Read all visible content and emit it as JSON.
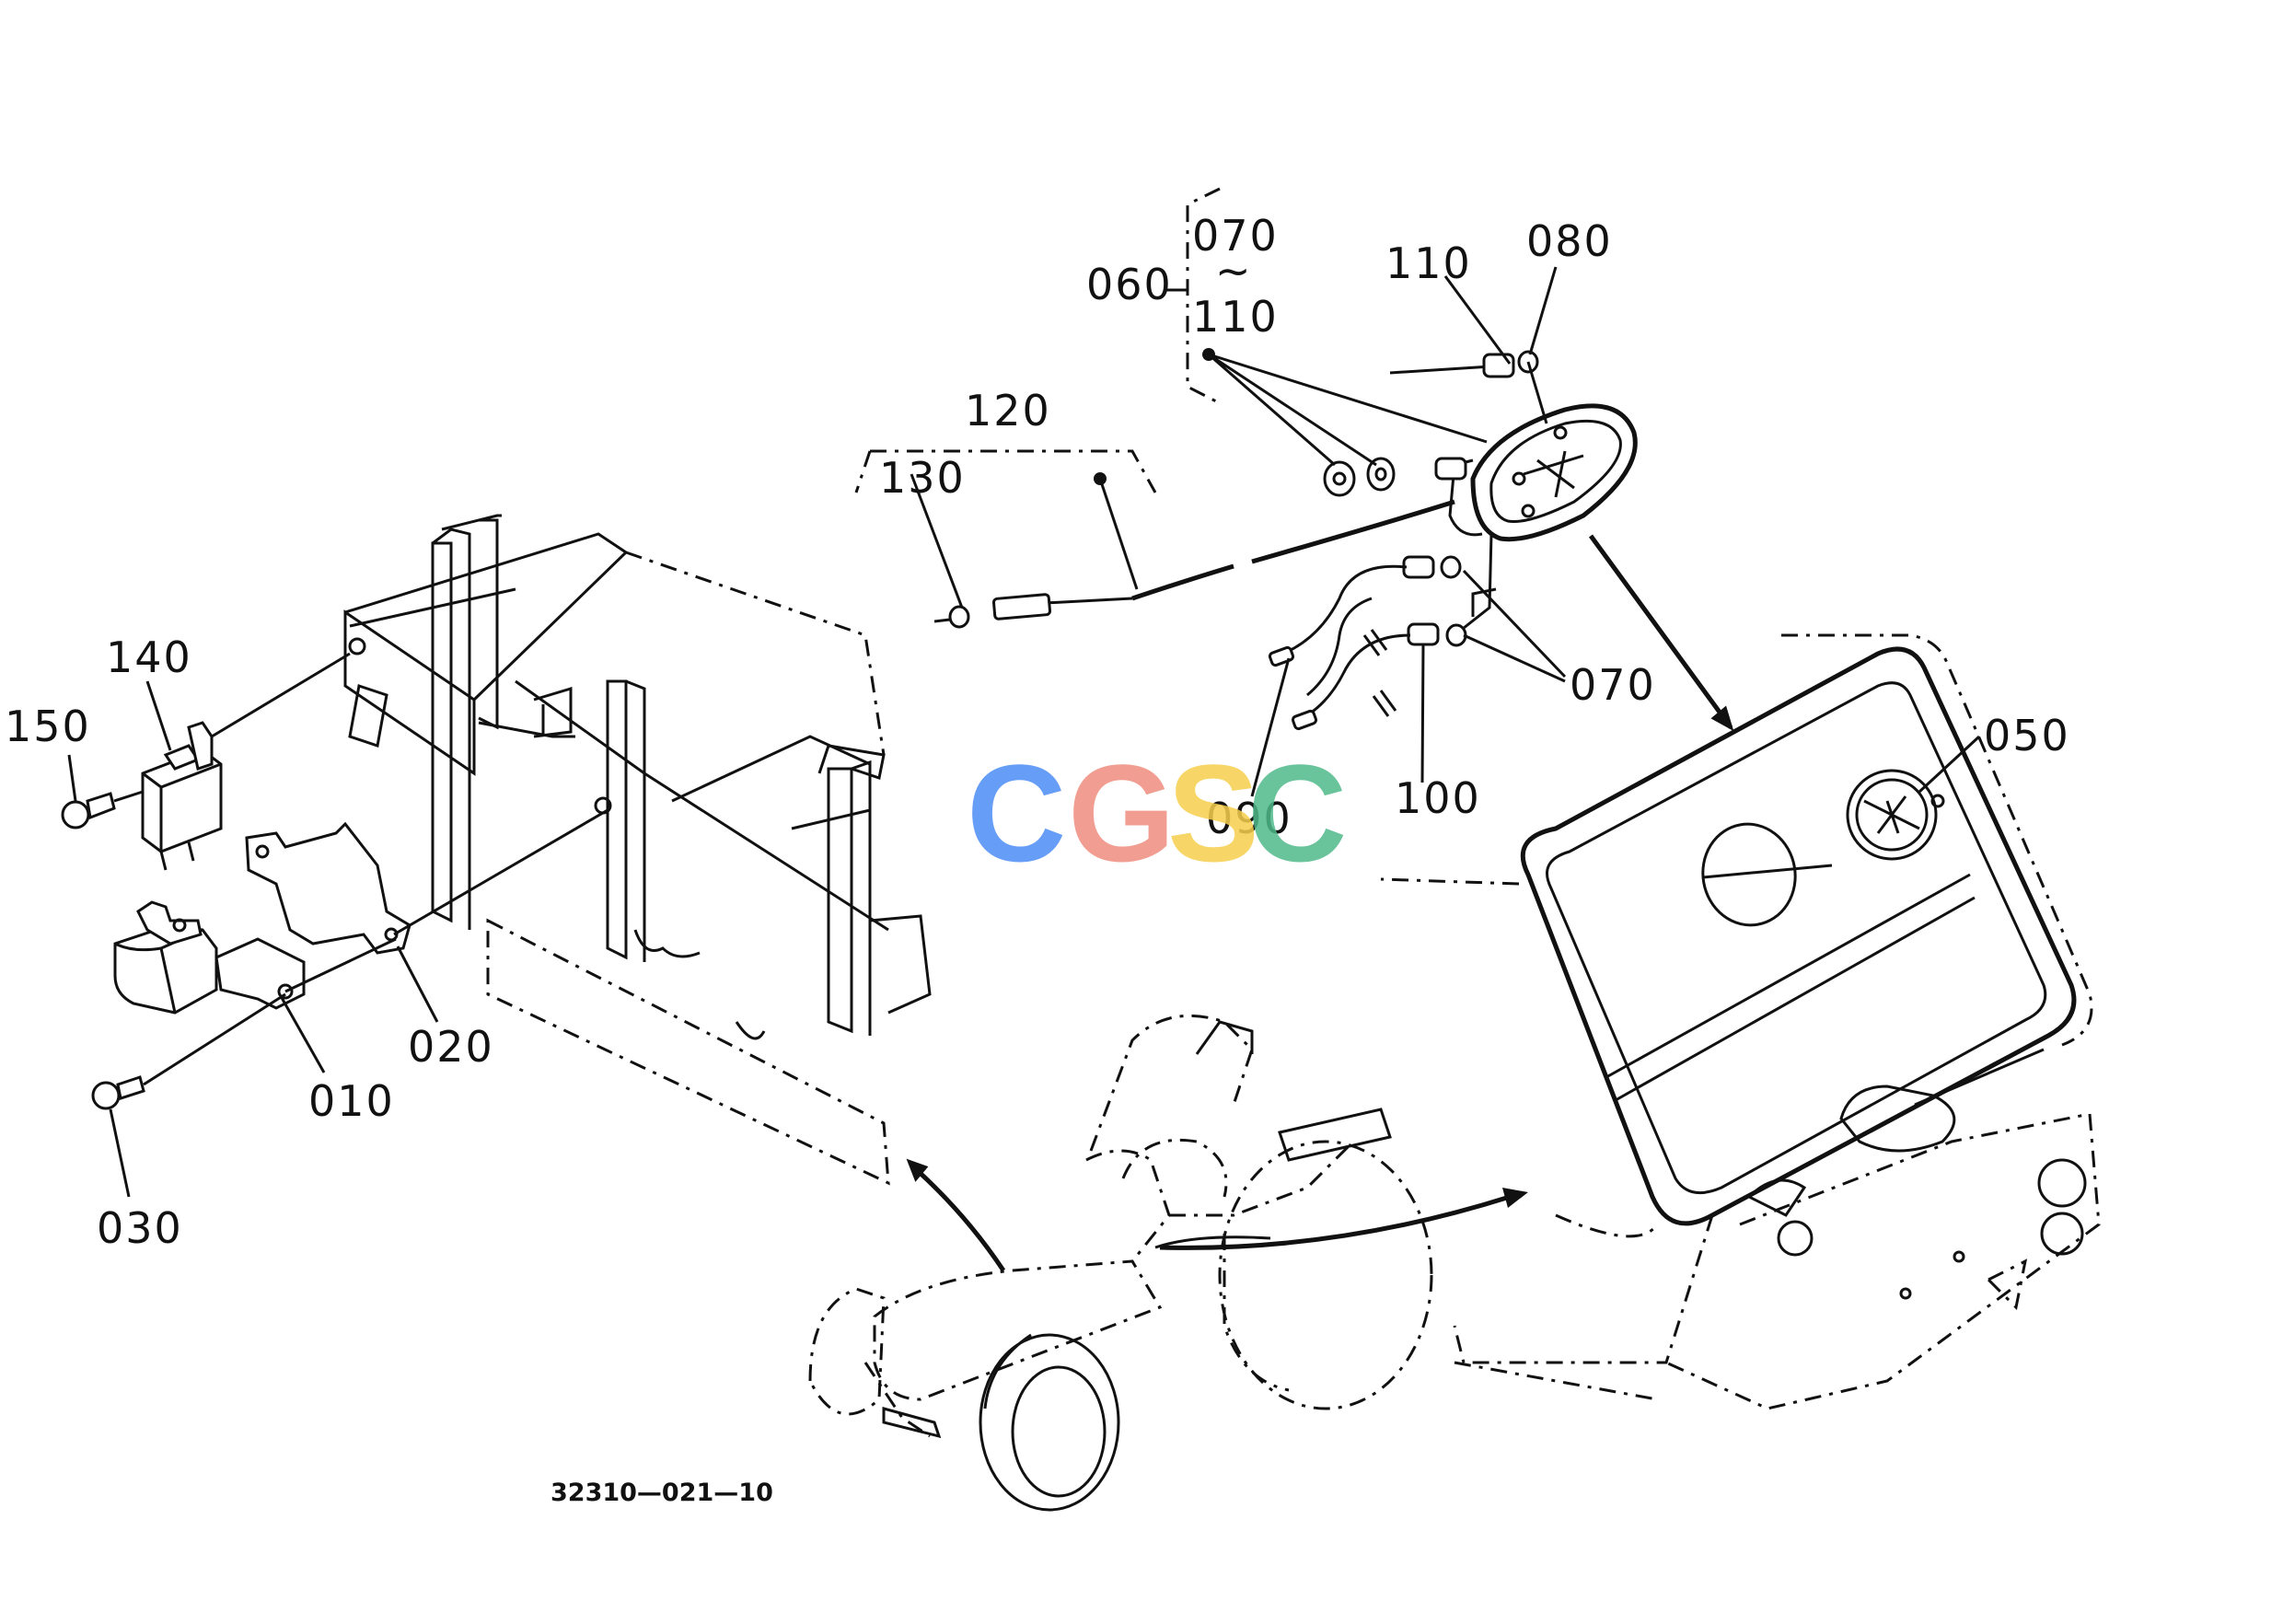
{
  "labels": {
    "p010": "010",
    "p020": "020",
    "p030": "030",
    "p050": "050",
    "p060": "060",
    "p070_top": "070",
    "tilde": "~",
    "p110_range": "110",
    "p070_bottom": "070",
    "p080": "080",
    "p090": "090",
    "p100": "100",
    "p110": "110",
    "p120": "120",
    "p130": "130",
    "p140": "140",
    "p150": "150"
  },
  "drawing_code": "32310—021—10",
  "watermark": {
    "letters": [
      "C",
      "G",
      "S",
      "C"
    ],
    "colors": [
      "#4c8df6",
      "#ef8c7e",
      "#f6cf4d",
      "#4fb98a"
    ]
  }
}
